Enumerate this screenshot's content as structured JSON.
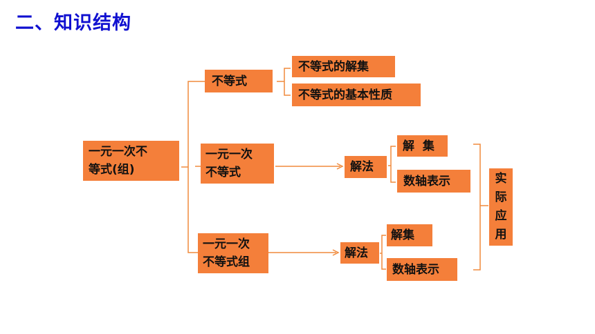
{
  "title": "二、知识结构",
  "colors": {
    "title": "#1010d0",
    "box": "#f47f3a",
    "line": "#f08a3c"
  },
  "nodes": {
    "root": {
      "line1": "一元一次不",
      "line2": "等式(组)"
    },
    "inequality": {
      "label": "不等式"
    },
    "inequality_solution_set": {
      "label": "不等式的解集"
    },
    "inequality_properties": {
      "label": "不等式的基本性质"
    },
    "linear_inequality": {
      "line1": "一元一次",
      "line2": "不等式"
    },
    "method1": {
      "label": "解法"
    },
    "solution_set1": {
      "label": "解  集"
    },
    "number_line1": {
      "label": "数轴表示"
    },
    "linear_inequality_system": {
      "line1": "一元一次",
      "line2": "不等式组"
    },
    "method2": {
      "label": "解法"
    },
    "solution_set2": {
      "label": "解集"
    },
    "number_line2": {
      "label": "数轴表示"
    },
    "application": {
      "chars": [
        "实",
        "际",
        "应",
        "用"
      ]
    }
  }
}
